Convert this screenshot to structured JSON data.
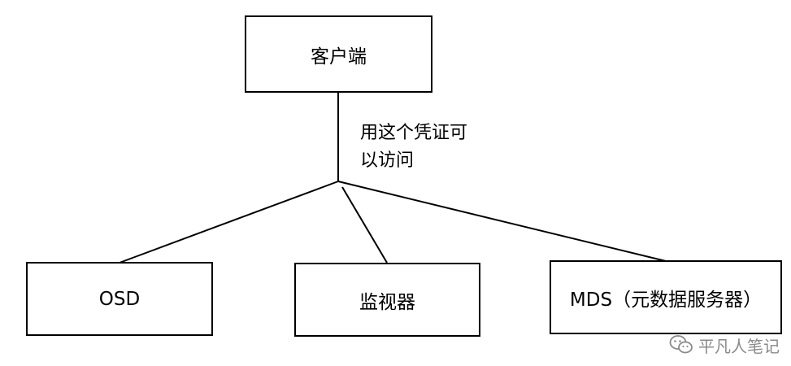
{
  "nodes": {
    "client": "客户端",
    "osd": "OSD",
    "monitor": "监视器",
    "mds": "MDS（元数据服务器）"
  },
  "edge_label": {
    "line1": "用这个凭证可",
    "line2": "以访问"
  },
  "watermark": {
    "text": "平凡人笔记",
    "icon": "wechat-icon"
  },
  "colors": {
    "line": "#000000",
    "watermark": "#8a8a8a"
  }
}
